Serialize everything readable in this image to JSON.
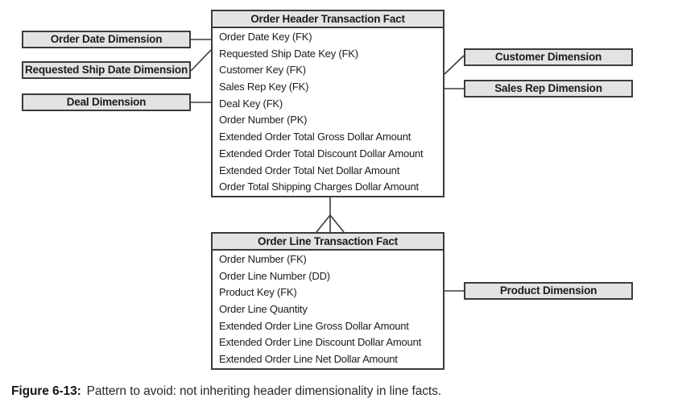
{
  "diagram": {
    "header_fact": {
      "title": "Order Header Transaction Fact",
      "rows": [
        "Order Date Key (FK)",
        "Requested Ship Date Key (FK)",
        "Customer Key (FK)",
        "Sales Rep Key (FK)",
        "Deal Key (FK)",
        "Order Number (PK)",
        "Extended Order Total Gross Dollar Amount",
        "Extended Order Total Discount Dollar Amount",
        "Extended Order Total Net Dollar Amount",
        "Order Total Shipping Charges Dollar Amount"
      ]
    },
    "line_fact": {
      "title": "Order Line Transaction Fact",
      "rows": [
        "Order Number (FK)",
        "Order Line Number (DD)",
        "Product Key (FK)",
        "Order Line Quantity",
        "Extended Order Line Gross Dollar Amount",
        "Extended Order Line Discount Dollar Amount",
        "Extended Order Line Net Dollar Amount"
      ]
    },
    "dimensions": {
      "order_date": "Order Date Dimension",
      "requested_ship_date": "Requested Ship Date Dimension",
      "deal": "Deal Dimension",
      "customer": "Customer Dimension",
      "sales_rep": "Sales Rep Dimension",
      "product": "Product Dimension"
    },
    "colors": {
      "box_fill": "#e3e3e3",
      "border": "#3b3b3b",
      "line": "#3b3b3b",
      "background": "#ffffff",
      "text": "#1c1c1c"
    }
  },
  "caption": {
    "label": "Figure 6-13:",
    "text": "Pattern to avoid: not inheriting header dimensionality in line facts."
  }
}
